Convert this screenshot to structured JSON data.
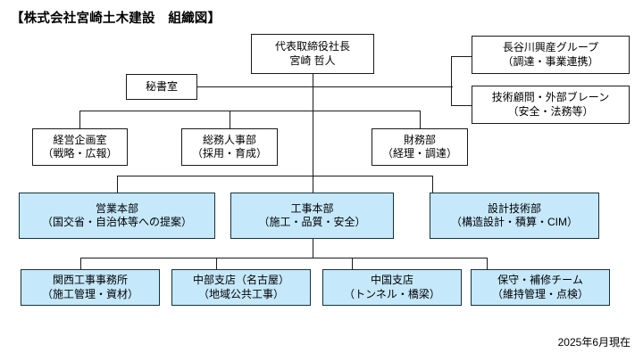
{
  "title": "【株式会社宮崎土木建設　組織図】",
  "footer": "2025年6月現在",
  "colors": {
    "division_fill": "#c5e8fb",
    "line": "#1a1a1a",
    "background": "#ffffff"
  },
  "nodes": {
    "ceo": {
      "line1": "代表取締役社長",
      "line2": "宮崎 哲人"
    },
    "secretariat": {
      "line1": "秘書室",
      "line2": ""
    },
    "partner_group": {
      "line1": "長谷川興産グループ",
      "line2": "（調達・事業連携）"
    },
    "advisors": {
      "line1": "技術顧問・外部ブレーン",
      "line2": "（安全・法務等）"
    },
    "planning": {
      "line1": "経営企画室",
      "line2": "（戦略・広報）"
    },
    "hr": {
      "line1": "総務人事部",
      "line2": "（採用・育成）"
    },
    "finance": {
      "line1": "財務部",
      "line2": "（経理・調達）"
    },
    "sales_div": {
      "line1": "営業本部",
      "line2": "（国交省・自治体等への提案）"
    },
    "construction_div": {
      "line1": "工事本部",
      "line2": "（施工・品質・安全）"
    },
    "design_div": {
      "line1": "設計技術部",
      "line2": "（構造設計・積算・CIM）"
    },
    "kansai_office": {
      "line1": "関西工事事務所",
      "line2": "（施工管理・資材）"
    },
    "chubu_branch": {
      "line1": "中部支店（名古屋）",
      "line2": "（地域公共工事）"
    },
    "chugoku_branch": {
      "line1": "中国支店",
      "line2": "（トンネル・橋梁）"
    },
    "maintenance_team": {
      "line1": "保守・補修チーム",
      "line2": "（維持管理・点検）"
    }
  }
}
